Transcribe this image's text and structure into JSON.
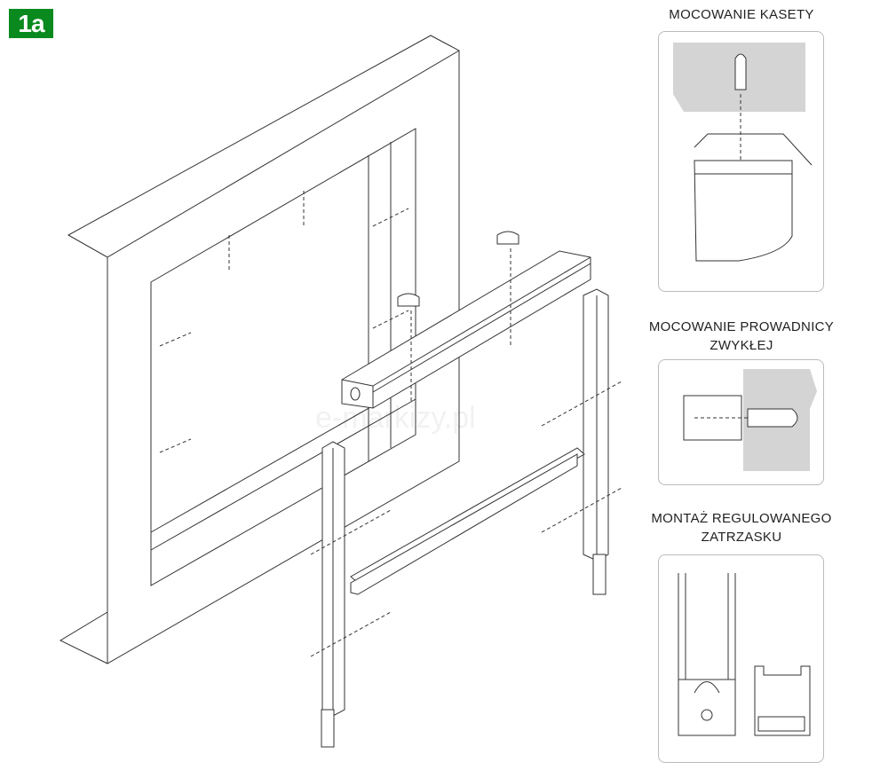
{
  "badge": "1a",
  "watermark": "e-markizy.pl",
  "details": [
    {
      "title_lines": [
        "MOCOWANIE KASETY"
      ]
    },
    {
      "title_lines": [
        "MOCOWANIE PROWADNICY",
        "ZWYKŁEJ"
      ]
    },
    {
      "title_lines": [
        "MONTAŻ REGULOWANEGO",
        "ZATRZASKU"
      ]
    }
  ],
  "colors": {
    "badge": "#0a8a1e",
    "wall_fill": "#d4d4d4",
    "line": "#333333"
  }
}
